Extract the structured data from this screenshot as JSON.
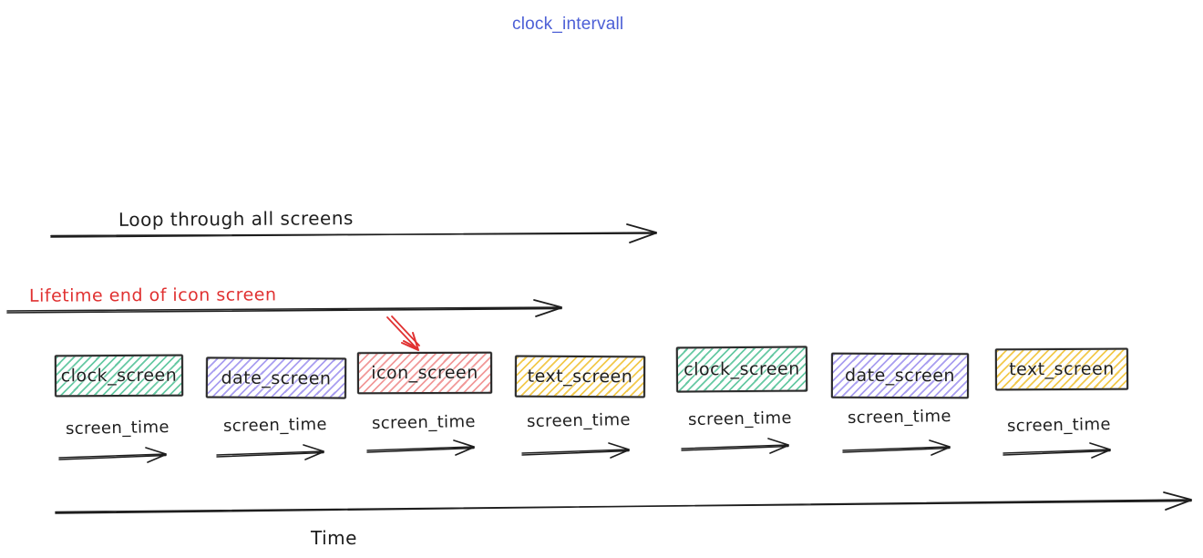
{
  "title": "clock_intervall",
  "annotations": {
    "loop_label": "Loop through all screens",
    "lifetime_label": "Lifetime end of icon screen",
    "time_label": "Time"
  },
  "screens": [
    {
      "label": "clock_screen",
      "color_key": "green",
      "screen_time_label": "screen_time"
    },
    {
      "label": "date_screen",
      "color_key": "purple",
      "screen_time_label": "screen_time"
    },
    {
      "label": "icon_screen",
      "color_key": "red",
      "screen_time_label": "screen_time"
    },
    {
      "label": "text_screen",
      "color_key": "yellow",
      "screen_time_label": "screen_time"
    },
    {
      "label": "clock_screen",
      "color_key": "green",
      "screen_time_label": "screen_time"
    },
    {
      "label": "date_screen",
      "color_key": "purple",
      "screen_time_label": "screen_time"
    },
    {
      "label": "text_screen",
      "color_key": "yellow",
      "screen_time_label": "screen_time"
    }
  ],
  "colors": {
    "green": "#66c9a3",
    "purple": "#a99ef0",
    "red": "#f19999",
    "yellow": "#f2c94c",
    "accent_red": "#e03131",
    "title_blue": "#4c5fd6",
    "ink": "#1e1e1e"
  }
}
